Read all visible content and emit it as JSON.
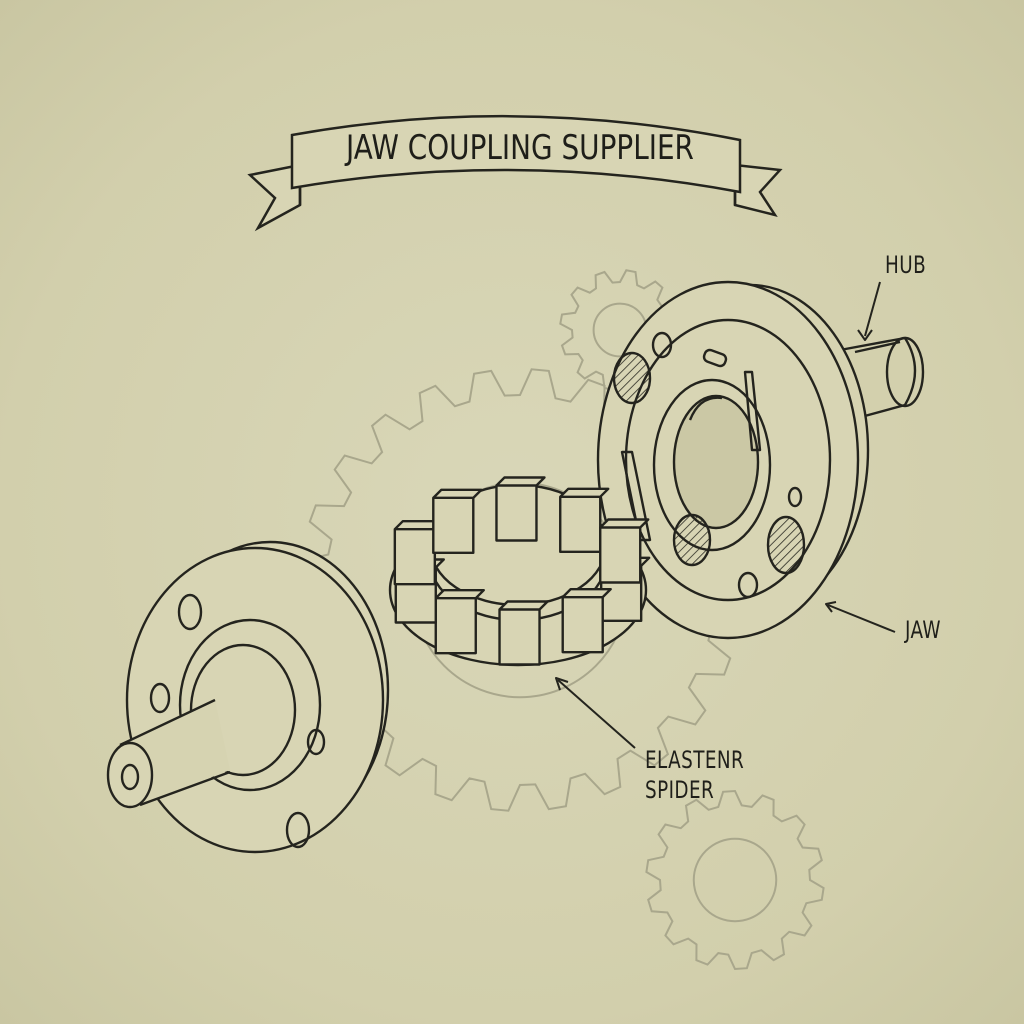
{
  "title": "JAW COUPLING SUPPLIER",
  "labels": {
    "hub": "HUB",
    "jaw": "JAW",
    "spider_line1": "ELASTENR",
    "spider_line2": "SPIDER"
  },
  "colors": {
    "paper": "#d5d2b0",
    "ink": "#24241e",
    "faint_gear": "#a9a78c"
  }
}
